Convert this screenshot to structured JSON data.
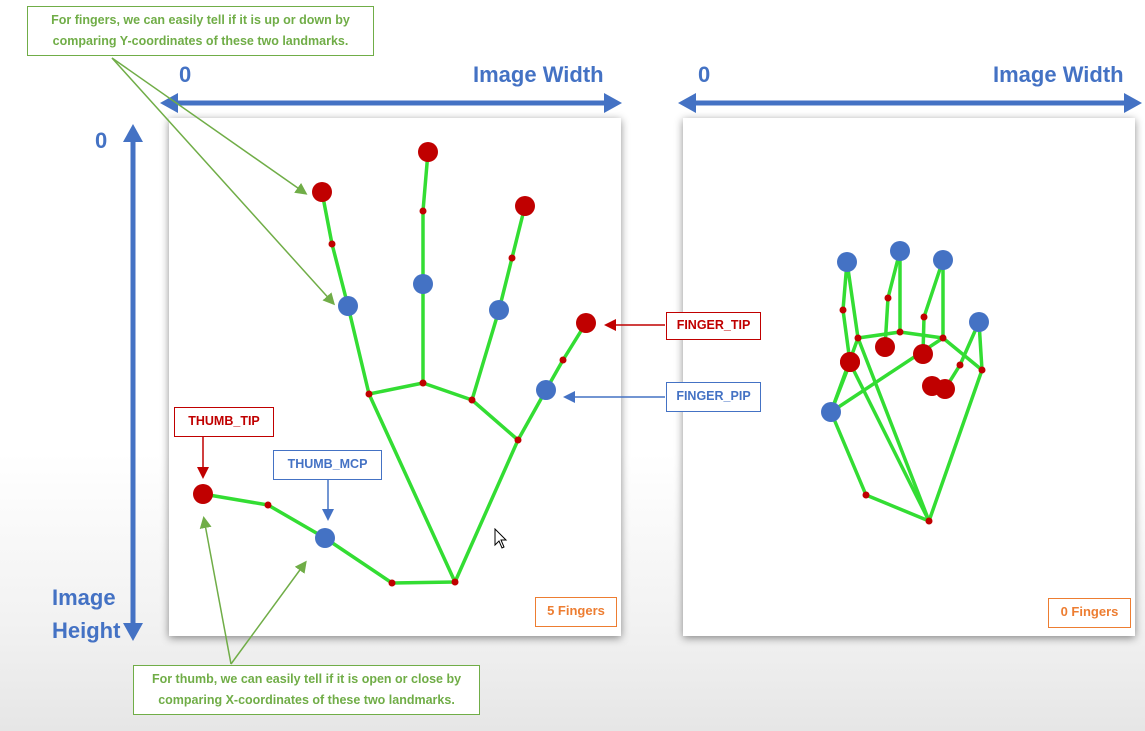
{
  "axes": {
    "left_origin_x": "0",
    "left_width_label": "Image Width",
    "right_origin_x": "0",
    "right_width_label": "Image Width",
    "origin_y": "0",
    "height_label_line1": "Image",
    "height_label_line2": "Height"
  },
  "notes": {
    "fingers": [
      "For fingers, we can easily tell if it is up or down by",
      "comparing Y-coordinates of these two landmarks."
    ],
    "thumb": [
      "For thumb, we can easily tell if it is open or close by",
      "comparing X-coordinates of these two landmarks."
    ]
  },
  "labels": {
    "finger_tip": "FINGER_TIP",
    "finger_pip": "FINGER_PIP",
    "thumb_tip": "THUMB_TIP",
    "thumb_mcp": "THUMB_MCP"
  },
  "counts": {
    "left": "5 Fingers",
    "right": "0 Fingers"
  },
  "colors": {
    "axis": "#4472c4",
    "skeleton": "#33dd33",
    "tip": "#c00000",
    "pip": "#4472c4",
    "note": "#70ad47",
    "count": "#ed7d31"
  }
}
